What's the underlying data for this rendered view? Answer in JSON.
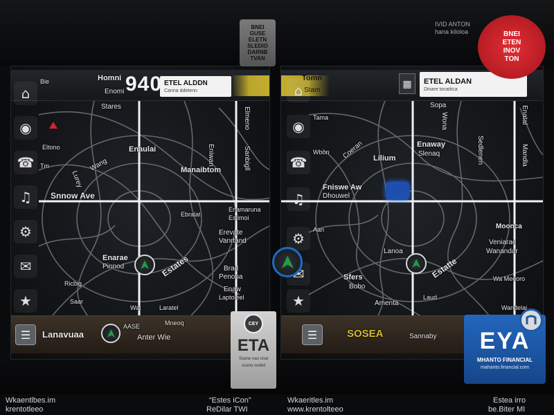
{
  "colors": {
    "accent_yellow": "#d6bd2f",
    "nav_green": "#1f9d47",
    "sign_blue": "#1d5aa8",
    "badge_red": "#d1242c",
    "road_white": "#f2f2f2"
  },
  "top": {
    "center_badge": [
      "BNEI",
      "GUSE",
      "ELETN",
      "SLEDIO",
      "DARNB",
      "TVAN"
    ],
    "right_caption": [
      "IVID ANTON",
      "hana kiloloa"
    ],
    "red_badge": [
      "BNEI",
      "ETEN",
      "INOV",
      "TON"
    ]
  },
  "left_panel": {
    "header": {
      "name": "Homni",
      "sub1": "Enomi",
      "sub2": "Stares",
      "clock": "940",
      "status": "ETEL ALDDN",
      "status_sub": "Canna ddetenn"
    },
    "sidebar_icons": [
      "home-icon",
      "pin-icon",
      "phone-icon",
      "music-icon",
      "gear-icon",
      "mail-icon",
      "star-icon"
    ],
    "sidebar_labels": [
      "Ble",
      "Tm"
    ],
    "map_labels": [
      "Enaulai",
      "Wang",
      "Eltono",
      "Snnow Ave",
      "Manaibtom",
      "Eniwan",
      "Elmeno",
      "Sanbigll",
      "Enamaruna",
      "Estimoi",
      "Erevate",
      "Vanrtand",
      "Enarae",
      "Pinnod",
      "Estates",
      "Brad",
      "Penona",
      "Enaw",
      "Laptoleel",
      "Ricbig",
      "Saar",
      "Wat",
      "Laratel",
      "Lurey",
      "Ebralat"
    ],
    "bottom_bar": {
      "item1": "Lanavuaa",
      "item2": "AASE",
      "item3": "Anter Wie",
      "item4": "Mneoq"
    }
  },
  "right_panel": {
    "header": {
      "name": "Tomn",
      "sub1": "Stam",
      "sub2": "Sopa",
      "status": "ETEL ALDAN",
      "status_sub": "Dinare tocatitca"
    },
    "sidebar_icons": [
      "home-icon",
      "pin-icon",
      "phone-icon",
      "music-icon",
      "gear-icon",
      "mail-icon",
      "star-icon"
    ],
    "sidebar_labels": [
      "Tama",
      "Wbon",
      "Aan"
    ],
    "map_labels": [
      "Coeran",
      "Lilium",
      "Enaway",
      "Slenaq",
      "Wona",
      "Sedlenen",
      "Mandla",
      "Enatal",
      "Fniswe Aw",
      "Dhouwel",
      "Moonca",
      "Veniarae",
      "Wanandar",
      "Lanoa",
      "Estatte",
      "Wa Medoro",
      "Sfers",
      "Bobo",
      "Amenta",
      "Wandelai",
      "Laud"
    ],
    "bottom_bar": {
      "item1": "SOSEA",
      "item2": "Sannaby"
    }
  },
  "signs": {
    "center_bottom": {
      "emblem": "CEY",
      "title": "ETA",
      "line1": "Soane nao onal",
      "line2": "ocene nedeil"
    },
    "blue_sign": {
      "title": "EYA",
      "line1": "MHANTO FINANCIAL",
      "line2": "mahanto.financial.com"
    }
  },
  "footer": [
    "Wkaentlbes.im",
    "krentotleeo",
    "“Estes iCon”",
    "ReDilar TWI",
    "Wkaeritles.im",
    "www.krentolteeo",
    "Estea irro",
    "be.Biter MI"
  ]
}
